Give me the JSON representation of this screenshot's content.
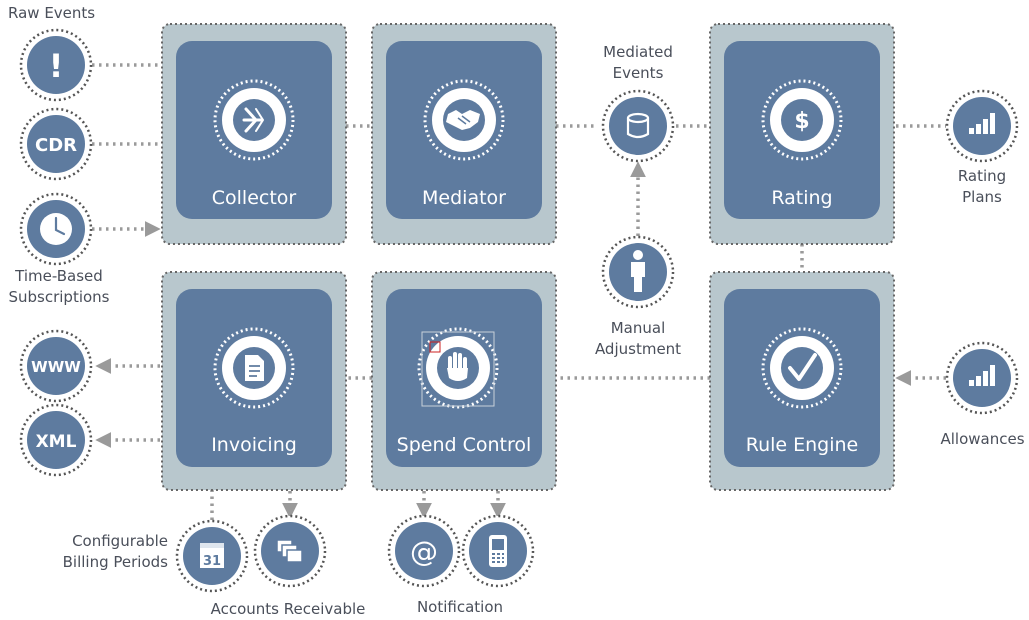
{
  "modules": {
    "collector": {
      "label": "Collector",
      "icon": "arrow-right-icon"
    },
    "mediator": {
      "label": "Mediator",
      "icon": "handshake-icon"
    },
    "rating": {
      "label": "Rating",
      "icon": "dollar-icon"
    },
    "invoicing": {
      "label": "Invoicing",
      "icon": "document-icon"
    },
    "spend_control": {
      "label": "Spend Control",
      "icon": "hand-stop-icon"
    },
    "rule_engine": {
      "label": "Rule Engine",
      "icon": "checkmark-icon"
    }
  },
  "inputs": {
    "raw_events": {
      "label": "Raw Events",
      "icon_glyph": "!"
    },
    "cdr": {
      "icon_text": "CDR"
    },
    "time_based": {
      "line1": "Time-Based",
      "line2": "Subscriptions",
      "icon": "clock-icon"
    },
    "mediated_events": {
      "line1": "Mediated",
      "line2": "Events",
      "icon": "database-icon"
    },
    "manual_adjustment": {
      "line1": "Manual",
      "line2": "Adjustment",
      "icon": "person-icon"
    },
    "rating_plans": {
      "line1": "Rating",
      "line2": "Plans",
      "icon": "bar-chart-icon"
    },
    "allowances": {
      "label": "Allowances",
      "icon": "bar-chart-icon"
    }
  },
  "outputs": {
    "www": {
      "icon_text": "WWW"
    },
    "xml": {
      "icon_text": "XML"
    },
    "billing_periods": {
      "line1": "Configurable",
      "line2": "Billing Periods",
      "icon_text": "31"
    },
    "accounts_receivable": {
      "label": "Accounts Receivable",
      "icon": "files-icon"
    },
    "notification": {
      "label": "Notification",
      "icon_text": "@"
    },
    "mobile": {
      "icon": "mobile-phone-icon"
    }
  },
  "colors": {
    "panel": "#b8c7cd",
    "card": "#5e7b9f",
    "node": "#5e7b9f",
    "connector": "#9a9a9a",
    "label": "#4a4f5a"
  }
}
